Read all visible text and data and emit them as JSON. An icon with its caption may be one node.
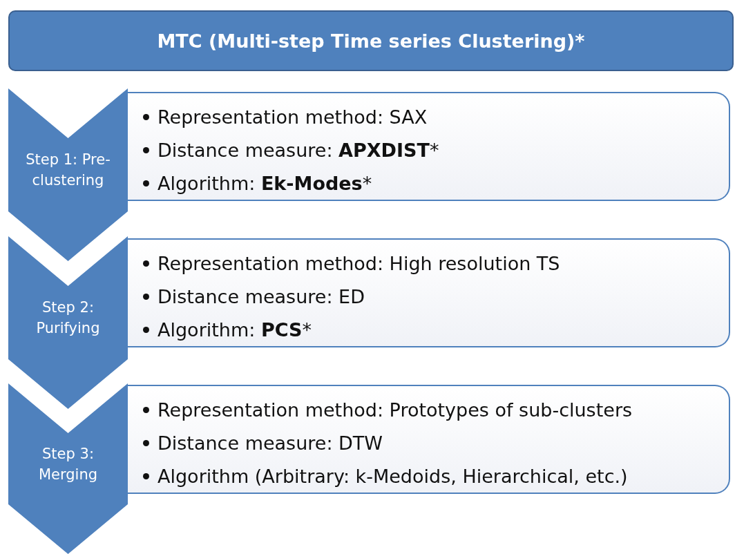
{
  "diagram": {
    "nodes": [
      {
        "text": [
          "MTC (Multi-step Time series Clustering)*"
        ]
      },
      {
        "text": [
          "Step 1: Pre-clustering"
        ]
      },
      {
        "text": [
          "Representation method: SAX",
          "Distance measure: **APXDIST***",
          "Algorithm: **Ek-Modes***"
        ]
      },
      {
        "text": [
          "Step 2: Purifying"
        ]
      },
      {
        "text": [
          "Representation method: High resolution TS",
          "Distance measure: ED",
          "Algorithm: **PCS***"
        ]
      },
      {
        "text": [
          "Step 3: Merging"
        ]
      },
      {
        "text": [
          "Representation method: Prototypes of sub-clusters",
          "Distance measure: DTW",
          "Algorithm (Arbitrary: k-Medoids, Hierarchical, etc.)"
        ]
      }
    ]
  }
}
